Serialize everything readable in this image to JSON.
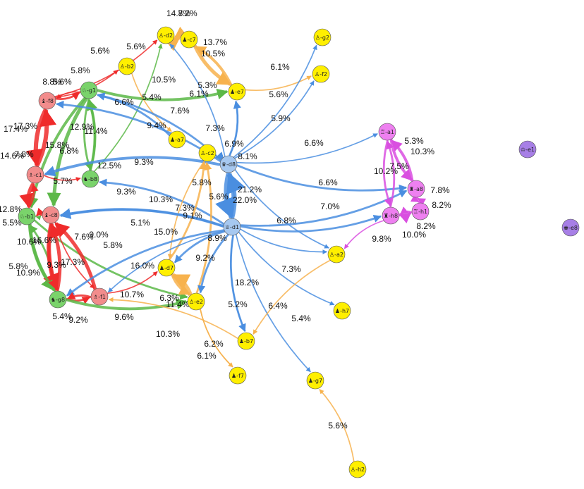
{
  "colors": {
    "white": "#f28c8c",
    "white_edge": "#ef2b2b",
    "green": "#7ad36b",
    "green_edge": "#5cb848",
    "yellow": "#ffef00",
    "yellow_edge": "#f7b24d",
    "blue": "#a6c8f0",
    "blue_edge": "#4a8ee0",
    "magenta": "#ee80f0",
    "magenta_edge": "#d94fe0",
    "purple": "#a77fe6",
    "node_stroke": "#555555"
  },
  "nodes": [
    {
      "id": "d2",
      "label": "♙-d2",
      "group": "yellow"
    },
    {
      "id": "c7",
      "label": "♟-c7",
      "group": "yellow"
    },
    {
      "id": "g2",
      "label": "♙-g2",
      "group": "yellow"
    },
    {
      "id": "b2",
      "label": "♙-b2",
      "group": "yellow"
    },
    {
      "id": "f2",
      "label": "♙-f2",
      "group": "yellow"
    },
    {
      "id": "g1",
      "label": "♘-g1",
      "group": "green"
    },
    {
      "id": "e7",
      "label": "♟-e7",
      "group": "yellow"
    },
    {
      "id": "f8",
      "label": "♝-f8",
      "group": "white"
    },
    {
      "id": "a7",
      "label": "♟-a7",
      "group": "yellow"
    },
    {
      "id": "a1",
      "label": "♖-a1",
      "group": "magenta"
    },
    {
      "id": "e1",
      "label": "♔-e1",
      "group": "purple"
    },
    {
      "id": "c2",
      "label": "♙-c2",
      "group": "yellow"
    },
    {
      "id": "d8",
      "label": "♛-d8",
      "group": "blue"
    },
    {
      "id": "c1",
      "label": "♗-c1",
      "group": "white"
    },
    {
      "id": "b8",
      "label": "♞-b8",
      "group": "green"
    },
    {
      "id": "a8",
      "label": "♜-a8",
      "group": "magenta"
    },
    {
      "id": "h1",
      "label": "♖-h1",
      "group": "magenta"
    },
    {
      "id": "b1",
      "label": "♘-b1",
      "group": "green"
    },
    {
      "id": "c8",
      "label": "♝-c8",
      "group": "white"
    },
    {
      "id": "h8",
      "label": "♜-h8",
      "group": "magenta"
    },
    {
      "id": "e8",
      "label": "♚-e8",
      "group": "purple"
    },
    {
      "id": "d1",
      "label": "♕-d1",
      "group": "blue"
    },
    {
      "id": "a2",
      "label": "♙-a2",
      "group": "yellow"
    },
    {
      "id": "d7",
      "label": "♟-d7",
      "group": "yellow"
    },
    {
      "id": "h7",
      "label": "♟-h7",
      "group": "yellow"
    },
    {
      "id": "g8",
      "label": "♞-g8",
      "group": "green"
    },
    {
      "id": "f1",
      "label": "♗-f1",
      "group": "white"
    },
    {
      "id": "e2",
      "label": "♙-e2",
      "group": "yellow"
    },
    {
      "id": "b7",
      "label": "♟-b7",
      "group": "yellow"
    },
    {
      "id": "f7",
      "label": "♟-f7",
      "group": "yellow"
    },
    {
      "id": "g7",
      "label": "♟-g7",
      "group": "yellow"
    },
    {
      "id": "h2",
      "label": "♙-h2",
      "group": "yellow"
    }
  ],
  "edges": [
    {
      "from": "d2",
      "to": "c7",
      "label": "14.8%",
      "group": "yellow",
      "w": 4
    },
    {
      "from": "c7",
      "to": "d2",
      "label": "7.2%",
      "group": "yellow",
      "w": 3
    },
    {
      "from": "c7",
      "to": "e7",
      "label": "13.7%",
      "group": "yellow",
      "w": 4
    },
    {
      "from": "e7",
      "to": "c7",
      "label": "10.5%",
      "group": "yellow",
      "w": 3
    },
    {
      "from": "f8",
      "to": "d2",
      "label": "5.6%",
      "group": "white",
      "w": 1
    },
    {
      "from": "b8",
      "to": "d2",
      "label": "5.6%",
      "group": "green",
      "w": 1
    },
    {
      "from": "f8",
      "to": "b2",
      "label": "5.8%",
      "group": "white",
      "w": 1
    },
    {
      "from": "g1",
      "to": "f8",
      "label": "5.6%",
      "group": "white",
      "w": 1
    },
    {
      "from": "f8",
      "to": "g1",
      "label": "8.8%",
      "group": "white",
      "w": 2
    },
    {
      "from": "g1",
      "to": "e7",
      "label": "10.5%",
      "group": "green",
      "w": 3
    },
    {
      "from": "d8",
      "to": "e7",
      "label": "5.3%",
      "group": "blue",
      "w": 1
    },
    {
      "from": "d8",
      "to": "d2",
      "label": "6.1%",
      "group": "blue",
      "w": 1
    },
    {
      "from": "b2",
      "to": "a7",
      "label": "5.4%",
      "group": "yellow",
      "w": 1
    },
    {
      "from": "d8",
      "to": "g1",
      "label": "7.6%",
      "group": "blue",
      "w": 2
    },
    {
      "from": "b8",
      "to": "g1",
      "label": "6.6%",
      "group": "green",
      "w": 2
    },
    {
      "from": "e7",
      "to": "f2",
      "label": "6.1%",
      "group": "yellow",
      "w": 1
    },
    {
      "from": "d8",
      "to": "g2",
      "label": "5.6%",
      "group": "blue",
      "w": 1
    },
    {
      "from": "d8",
      "to": "f2",
      "label": "5.9%",
      "group": "blue",
      "w": 1
    },
    {
      "from": "d8",
      "to": "a1",
      "label": "6.6%",
      "group": "blue",
      "w": 1
    },
    {
      "from": "a7",
      "to": "g1",
      "label": "9.4%",
      "group": "blue",
      "w": 2
    },
    {
      "from": "d8",
      "to": "e7",
      "label": "7.3%",
      "group": "blue",
      "w": 2
    },
    {
      "from": "d8",
      "to": "c2",
      "label": "6.9%",
      "group": "blue",
      "w": 2
    },
    {
      "from": "d8",
      "to": "a8",
      "label": "8.1%",
      "group": "blue",
      "w": 2
    },
    {
      "from": "g1",
      "to": "b1",
      "label": "12.9%",
      "group": "green",
      "w": 3
    },
    {
      "from": "b8",
      "to": "g1",
      "label": "11.4%",
      "group": "green",
      "w": 3
    },
    {
      "from": "c1",
      "to": "f8",
      "label": "17.4%",
      "group": "white",
      "w": 5
    },
    {
      "from": "f8",
      "to": "c1",
      "label": "17.3%",
      "group": "white",
      "w": 5
    },
    {
      "from": "c1",
      "to": "b1",
      "label": "14.6%",
      "group": "white",
      "w": 4
    },
    {
      "from": "b1",
      "to": "c1",
      "label": "7.8%",
      "group": "white",
      "w": 2
    },
    {
      "from": "g1",
      "to": "c8",
      "label": "15.8%",
      "group": "green",
      "w": 4
    },
    {
      "from": "g1",
      "to": "b8",
      "label": "6.8%",
      "group": "green",
      "w": 2
    },
    {
      "from": "d8",
      "to": "f8",
      "label": "9.3%",
      "group": "blue",
      "w": 2
    },
    {
      "from": "d8",
      "to": "c1",
      "label": "12.5%",
      "group": "blue",
      "w": 3
    },
    {
      "from": "c1",
      "to": "b8",
      "label": "5.7%",
      "group": "white",
      "w": 1
    },
    {
      "from": "d8",
      "to": "a2",
      "label": "6.6%",
      "group": "blue",
      "w": 1
    },
    {
      "from": "d1",
      "to": "b8",
      "label": "9.3%",
      "group": "blue",
      "w": 2
    },
    {
      "from": "c2",
      "to": "d7",
      "label": "5.8%",
      "group": "yellow",
      "w": 1
    },
    {
      "from": "d1",
      "to": "c8",
      "label": "10.3%",
      "group": "blue",
      "w": 2
    },
    {
      "from": "d7",
      "to": "c2",
      "label": "7.3%",
      "group": "yellow",
      "w": 2
    },
    {
      "from": "e2",
      "to": "c2",
      "label": "9.1%",
      "group": "yellow",
      "w": 2
    },
    {
      "from": "d1",
      "to": "d8",
      "label": "5.6%",
      "group": "blue",
      "w": 1
    },
    {
      "from": "d8",
      "to": "d1",
      "label": "21.2%",
      "group": "blue",
      "w": 6
    },
    {
      "from": "d1",
      "to": "d8",
      "label": "22.0%",
      "group": "blue",
      "w": 6
    },
    {
      "from": "d1",
      "to": "a8",
      "label": "7.0%",
      "group": "blue",
      "w": 2
    },
    {
      "from": "d1",
      "to": "h8",
      "label": "6.8%",
      "group": "blue",
      "w": 2
    },
    {
      "from": "d1",
      "to": "a2",
      "label": "5.3%",
      "group": "blue",
      "w": 1
    },
    {
      "from": "a1",
      "to": "a8",
      "label": "10.3%",
      "group": "magenta",
      "w": 3
    },
    {
      "from": "a8",
      "to": "a1",
      "label": "10.2%",
      "group": "magenta",
      "w": 3
    },
    {
      "from": "h8",
      "to": "a1",
      "label": "7.5%",
      "group": "magenta",
      "w": 2
    },
    {
      "from": "a1",
      "to": "h8",
      "label": "7.8%",
      "group": "magenta",
      "w": 2
    },
    {
      "from": "a8",
      "to": "h1",
      "label": "8.2%",
      "group": "magenta",
      "w": 2
    },
    {
      "from": "h1",
      "to": "a8",
      "label": "8.2%",
      "group": "magenta",
      "w": 2
    },
    {
      "from": "h8",
      "to": "h1",
      "label": "10.0%",
      "group": "magenta",
      "w": 3
    },
    {
      "from": "h1",
      "to": "h8",
      "label": "9.8%",
      "group": "magenta",
      "w": 2
    },
    {
      "from": "h8",
      "to": "a2",
      "label": "5.1%",
      "group": "magenta",
      "w": 1
    },
    {
      "from": "d1",
      "to": "c8",
      "label": "12.8%",
      "group": "blue",
      "w": 3
    },
    {
      "from": "b1",
      "to": "c8",
      "label": "5.5%",
      "group": "green",
      "w": 1
    },
    {
      "from": "c8",
      "to": "b1",
      "label": "7.6%",
      "group": "white",
      "w": 2
    },
    {
      "from": "b1",
      "to": "e2",
      "label": "9.0%",
      "group": "green",
      "w": 2
    },
    {
      "from": "c8",
      "to": "f1",
      "label": "5.8%",
      "group": "white",
      "w": 1
    },
    {
      "from": "f1",
      "to": "c8",
      "label": "15.0%",
      "group": "white",
      "w": 4
    },
    {
      "from": "d1",
      "to": "d7",
      "label": "8.9%",
      "group": "blue",
      "w": 2
    },
    {
      "from": "d1",
      "to": "e2",
      "label": "10.6%",
      "group": "blue",
      "w": 2
    },
    {
      "from": "b1",
      "to": "g8",
      "label": "16.6%",
      "group": "green",
      "w": 4
    },
    {
      "from": "g8",
      "to": "b1",
      "label": "9.3%",
      "group": "green",
      "w": 2
    },
    {
      "from": "c8",
      "to": "g8",
      "label": "17.3%",
      "group": "white",
      "w": 5
    },
    {
      "from": "g8",
      "to": "c8",
      "label": "16.0%",
      "group": "white",
      "w": 4
    },
    {
      "from": "d1",
      "to": "g8",
      "label": "9.2%",
      "group": "blue",
      "w": 2
    },
    {
      "from": "d1",
      "to": "f1",
      "label": "5.8%",
      "group": "blue",
      "w": 1
    },
    {
      "from": "b1",
      "to": "g8",
      "label": "10.9%",
      "group": "green",
      "w": 3
    },
    {
      "from": "c8",
      "to": "g8",
      "label": "10.7%",
      "group": "white",
      "w": 3
    },
    {
      "from": "f1",
      "to": "d7",
      "label": "6.3%",
      "group": "white",
      "w": 1
    },
    {
      "from": "d7",
      "to": "e2",
      "label": "11.4%",
      "group": "yellow",
      "w": 3
    },
    {
      "from": "e2",
      "to": "d7",
      "label": "18.2%",
      "group": "yellow",
      "w": 5
    },
    {
      "from": "d1",
      "to": "b7",
      "label": "7.3%",
      "group": "blue",
      "w": 2
    },
    {
      "from": "d1",
      "to": "h7",
      "label": "5.2%",
      "group": "blue",
      "w": 1
    },
    {
      "from": "d1",
      "to": "b7",
      "label": "6.4%",
      "group": "blue",
      "w": 1
    },
    {
      "from": "d1",
      "to": "g7",
      "label": "5.4%",
      "group": "blue",
      "w": 1
    },
    {
      "from": "a2",
      "to": "b7",
      "label": "5.4%",
      "group": "yellow",
      "w": 1
    },
    {
      "from": "f1",
      "to": "g8",
      "label": "9.2%",
      "group": "white",
      "w": 2
    },
    {
      "from": "g8",
      "to": "f1",
      "label": "9.6%",
      "group": "white",
      "w": 2
    },
    {
      "from": "g8",
      "to": "e2",
      "label": "10.3%",
      "group": "green",
      "w": 3
    },
    {
      "from": "b7",
      "to": "f1",
      "label": "6.2%",
      "group": "yellow",
      "w": 1
    },
    {
      "from": "e2",
      "to": "f7",
      "label": "6.1%",
      "group": "yellow",
      "w": 1
    },
    {
      "from": "e2",
      "to": "f7",
      "label": "5.6%",
      "group": "yellow",
      "w": 1
    },
    {
      "from": "h2",
      "to": "g7",
      "label": "5.2%",
      "group": "yellow",
      "w": 1
    }
  ]
}
